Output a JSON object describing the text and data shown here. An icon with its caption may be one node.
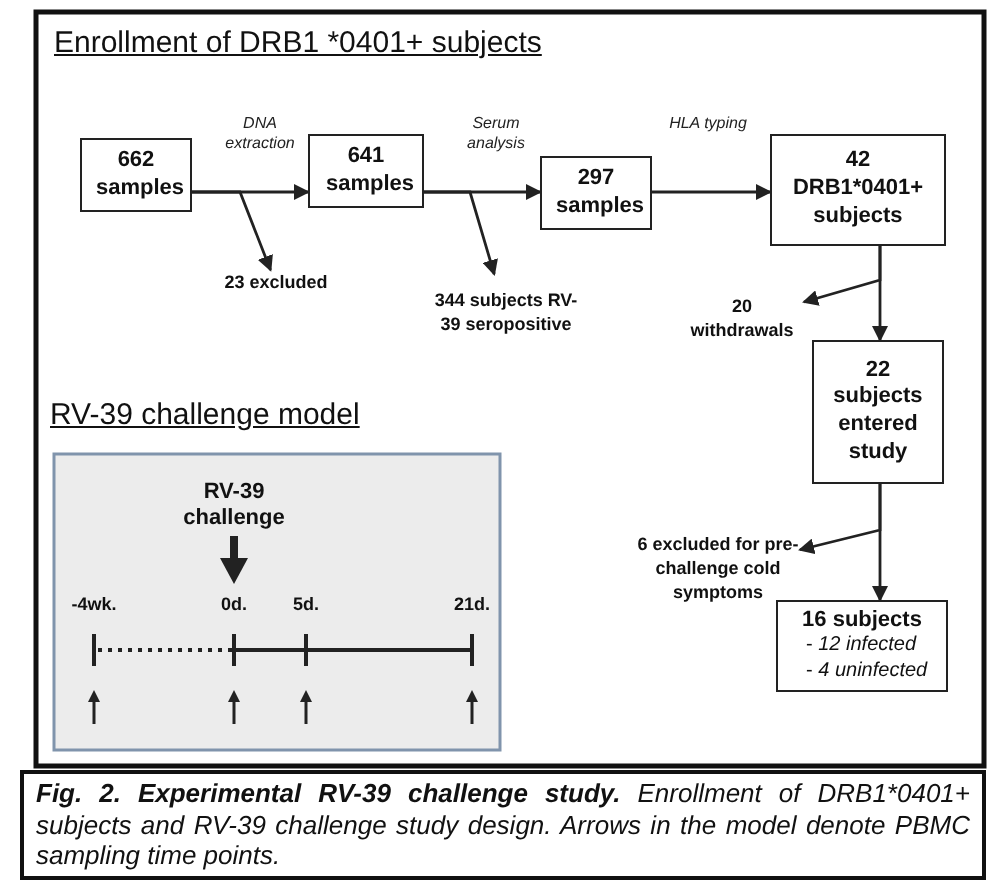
{
  "diagram": {
    "title": "Enrollment of DRB1 *0401+ subjects",
    "caption": "**Fig. 2. Experimental RV-39 challenge study.** Enrollment of DRB1*0401+ subjects and RV-39 challenge study design. Arrows in the model denote PBMC sampling time points.",
    "nodes": [
      {
        "text": [
          "662 samples"
        ]
      },
      {
        "text": [
          "641 samples"
        ]
      },
      {
        "text": [
          "297 samples"
        ]
      },
      {
        "text": [
          "42 DRB1*0401+ subjects"
        ]
      },
      {
        "text": [
          "22 subjects entered study"
        ]
      },
      {
        "text": [
          "16 subjects",
          "- *12 infected*",
          "- *4 uninfected*"
        ]
      },
      {
        "text": [
          "23 excluded"
        ]
      },
      {
        "text": [
          "344 subjects RV-39 seropositive"
        ]
      },
      {
        "text": [
          "20 withdrawals"
        ]
      },
      {
        "text": [
          "6 excluded for pre-challenge cold symptoms"
        ]
      }
    ],
    "edges": [
      {
        "from": 0,
        "to": 1,
        "arrow": "to",
        "label": "DNA extraction"
      },
      {
        "from": 0,
        "to": 6,
        "arrow": "to"
      },
      {
        "from": 1,
        "to": 2,
        "arrow": "to",
        "label": "Serum analysis"
      },
      {
        "from": 1,
        "to": 7,
        "arrow": "to"
      },
      {
        "from": 2,
        "to": 3,
        "arrow": "to",
        "label": "HLA typing"
      },
      {
        "from": 3,
        "to": 4,
        "arrow": "to"
      },
      {
        "from": 3,
        "to": 8,
        "arrow": "to"
      },
      {
        "from": 4,
        "to": 5,
        "arrow": "to"
      },
      {
        "from": 4,
        "to": 9,
        "arrow": "to"
      }
    ],
    "labels": [
      "RV-39 challenge model",
      "RV-39 challenge",
      "-4wk.",
      "0d.",
      "5d.",
      "21d."
    ]
  }
}
